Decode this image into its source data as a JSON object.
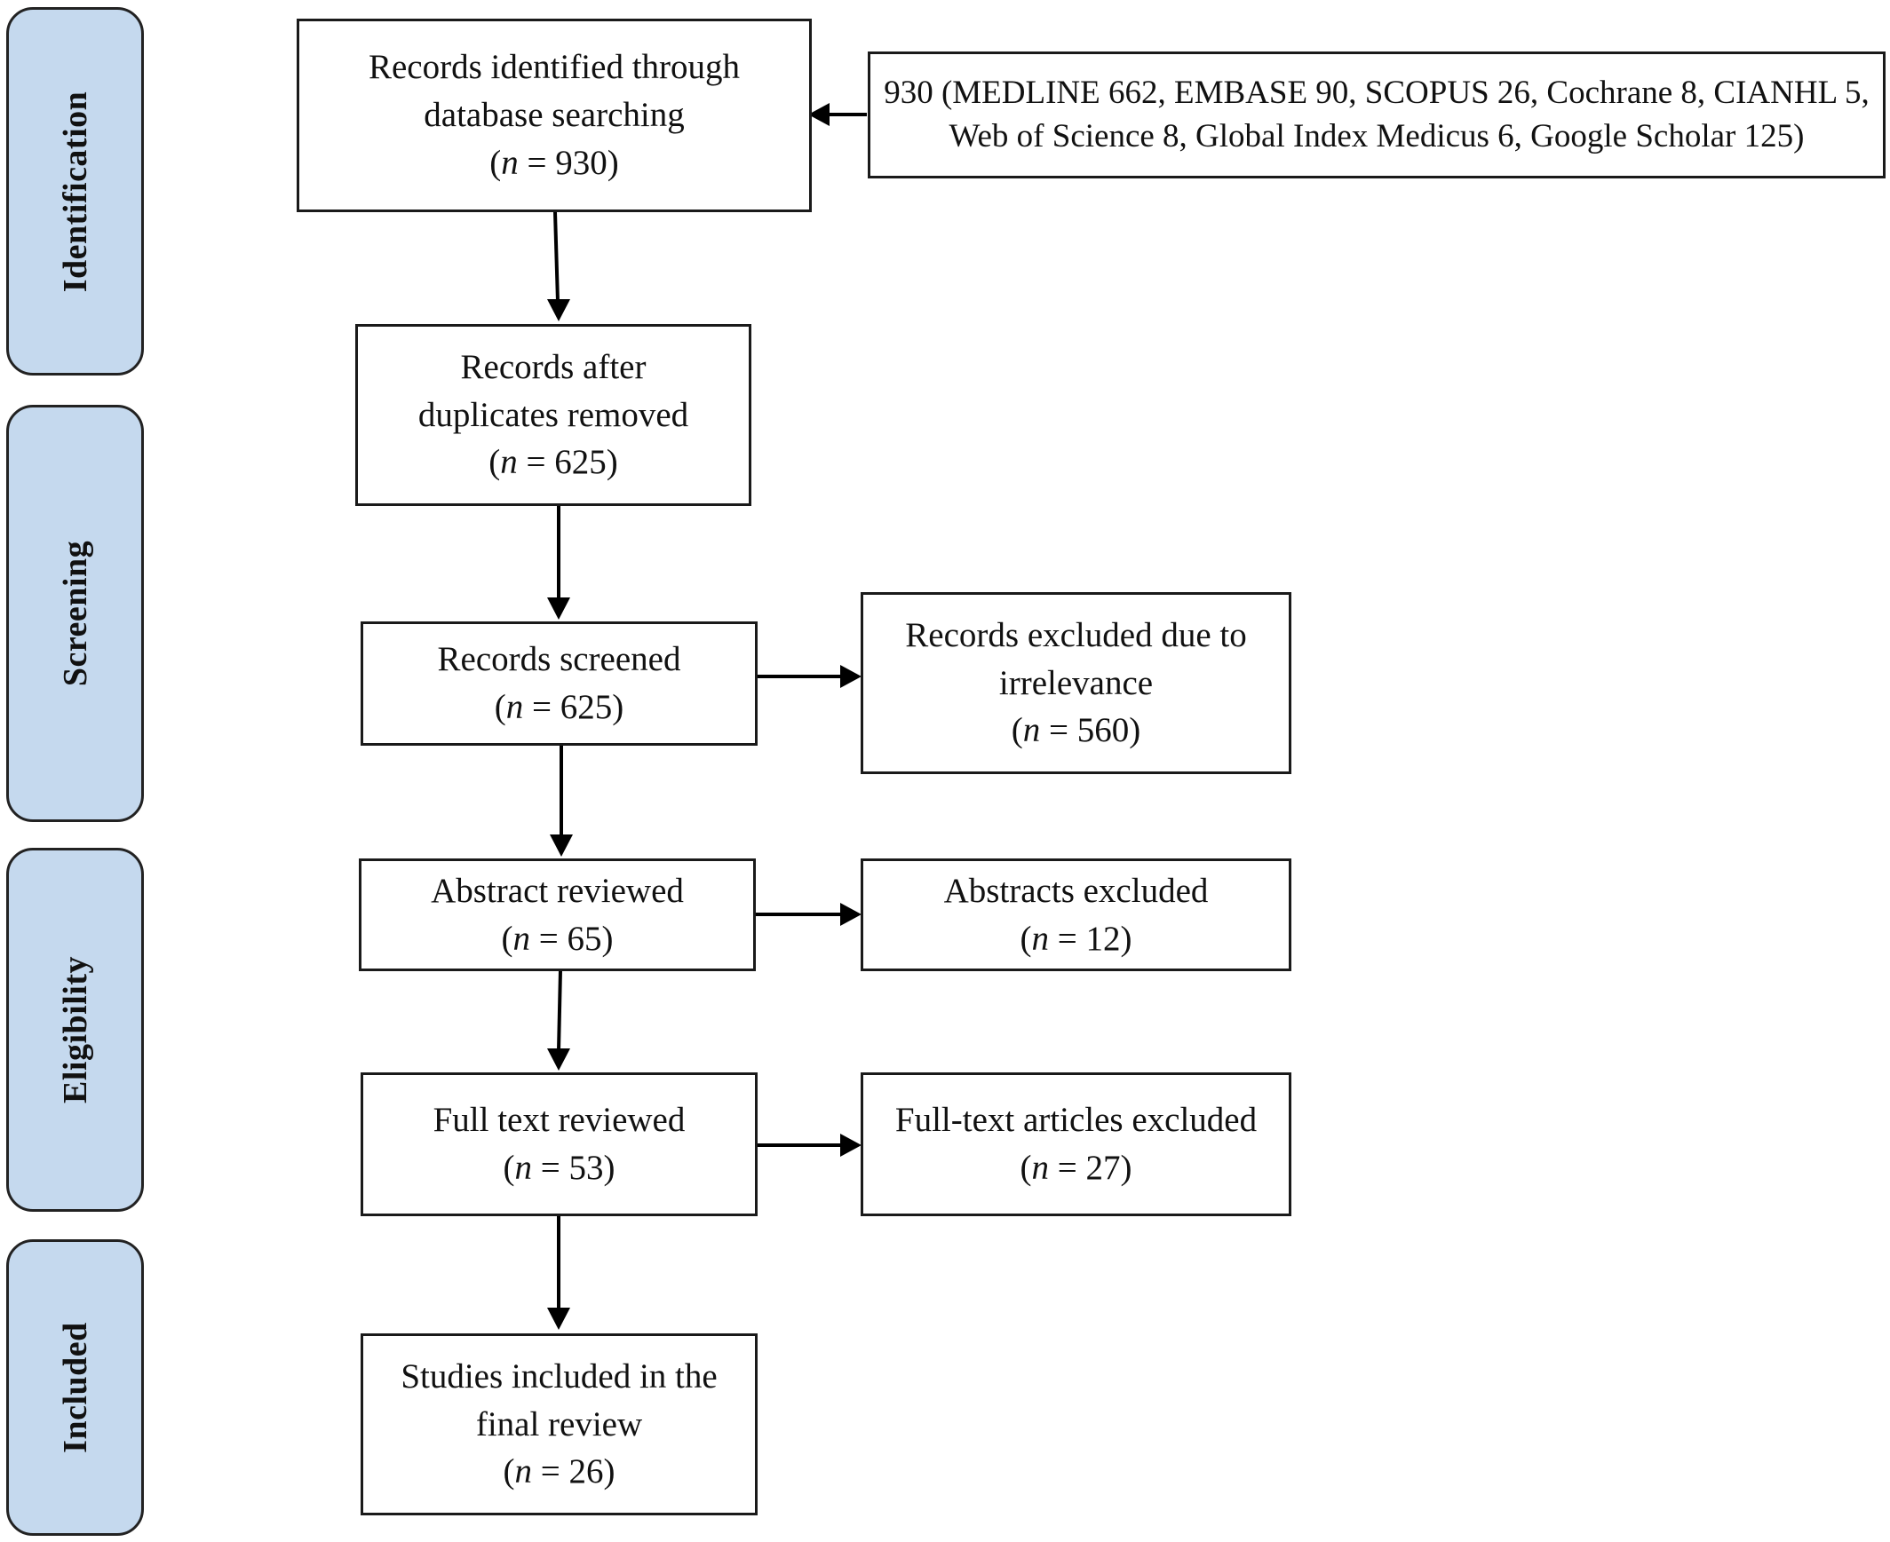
{
  "phases": {
    "identification": "Identification",
    "screening": "Screening",
    "eligibility": "Eligibility",
    "included": "Included"
  },
  "boxes": {
    "identified": {
      "text": "Records identified through database searching",
      "n_var": "n",
      "n_rest": " = 930)"
    },
    "sources": {
      "text": "930 (MEDLINE 662, EMBASE 90, SCOPUS 26, Cochrane 8, CIANHL 5, Web of Science 8, Global Index Medicus 6, Google Scholar 125)"
    },
    "after_duplicates": {
      "text": "Records after duplicates removed",
      "n_var": "n",
      "n_rest": " = 625)"
    },
    "screened": {
      "text": "Records screened",
      "n_var": "n",
      "n_rest": " = 625)"
    },
    "excluded_irrelevance": {
      "text": "Records excluded due to irrelevance",
      "n_var": "n",
      "n_rest": " = 560)"
    },
    "abstract_reviewed": {
      "text": "Abstract reviewed",
      "n_var": "n",
      "n_rest": " = 65)"
    },
    "abstracts_excluded": {
      "text": "Abstracts excluded",
      "n_var": "n",
      "n_rest": " = 12)"
    },
    "fulltext_reviewed": {
      "text": "Full text reviewed",
      "n_var": "n",
      "n_rest": " = 53)"
    },
    "fulltext_excluded": {
      "text": "Full-text articles excluded",
      "n_var": "n",
      "n_rest": " = 27)"
    },
    "included": {
      "text": "Studies included in the final review",
      "n_var": "n",
      "n_rest": " = 26)"
    }
  },
  "open_paren": "("
}
